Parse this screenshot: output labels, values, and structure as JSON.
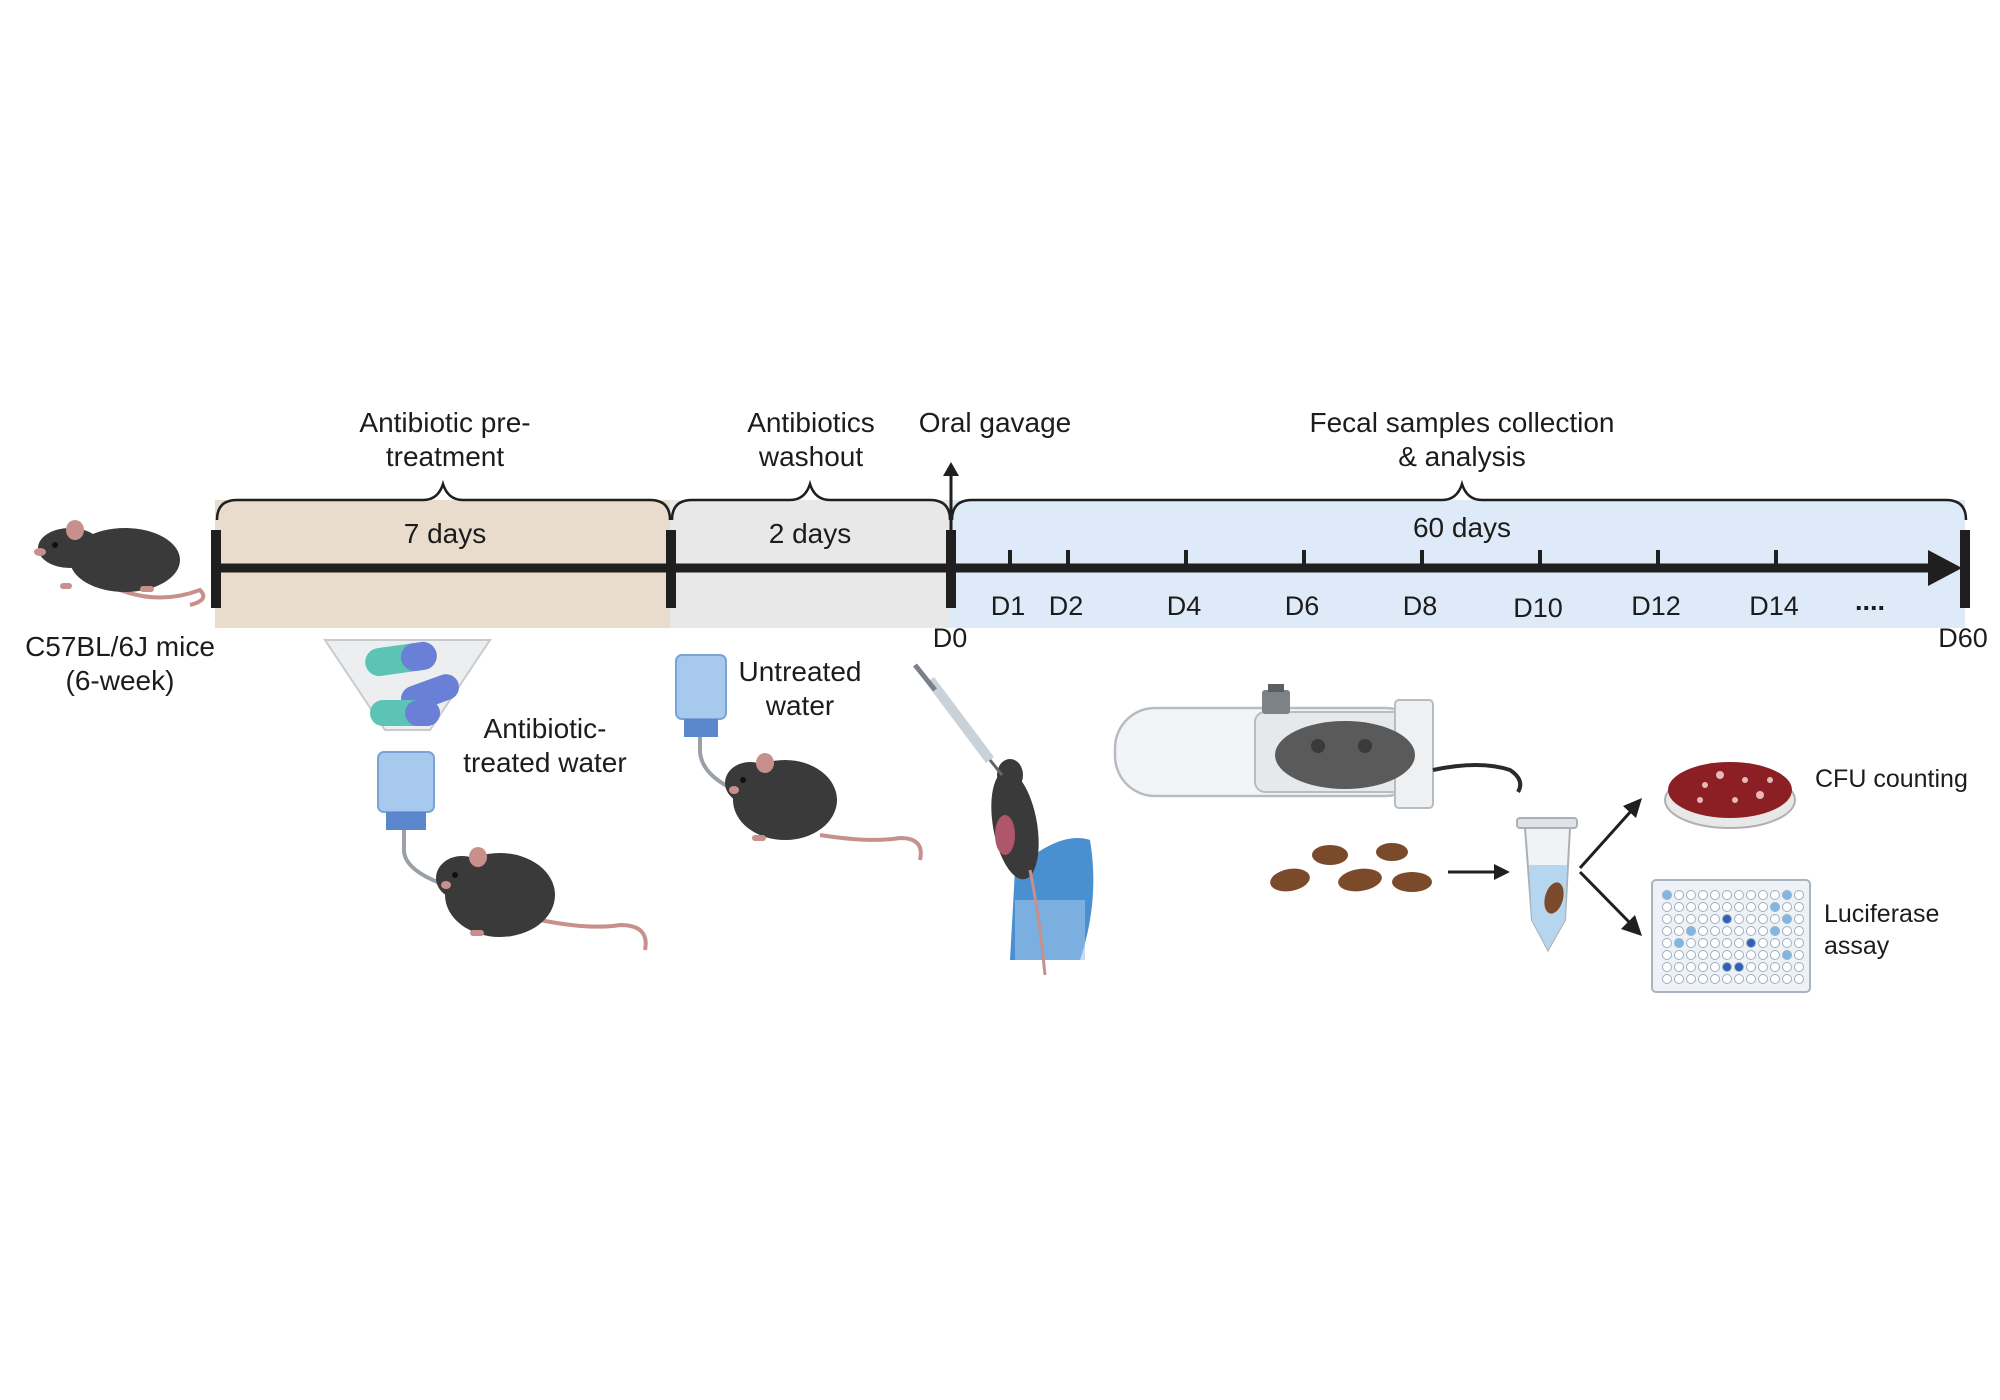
{
  "mouse_strain": "C57BL/6J mice\n(6-week)",
  "phases": [
    {
      "title": "Antibiotic pre-\ntreatment",
      "duration": "7 days",
      "color": "#eadccd"
    },
    {
      "title": "Antibiotics\nwashout",
      "duration": "2 days",
      "color": "#e8e8e8"
    },
    {
      "title": "Fecal samples collection\n& analysis",
      "duration": "60 days",
      "color": "#deeaf7"
    }
  ],
  "gavage_label": "Oral gavage",
  "timepoints": [
    "D1",
    "D2",
    "D4",
    "D6",
    "D8",
    "D10",
    "D12",
    "D14"
  ],
  "ellipsis": "....",
  "start_label": "D0",
  "end_label": "D60",
  "water_labels": {
    "treated": "Antibiotic-\ntreated water",
    "untreated": "Untreated\nwater"
  },
  "analysis": {
    "cfu": "CFU counting",
    "luciferase": "Luciferase\nassay"
  },
  "colors": {
    "axis": "#1f1f1f",
    "mouse": "#3a3a3a",
    "tail": "#c8908c",
    "pill_teal": "#5cc4b4",
    "pill_blue": "#6a7fd6",
    "glove": "#4a8fcf",
    "feces": "#7a4a2a",
    "agar": "#8b1f24"
  }
}
